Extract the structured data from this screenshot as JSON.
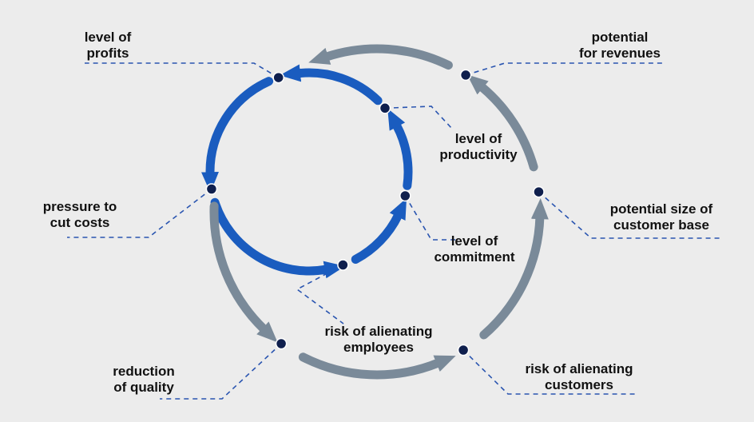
{
  "colors": {
    "background": "#ececec",
    "inner_loop": "#1a5cbf",
    "outer_loop": "#7a8a99",
    "node": "#0f1f4d",
    "leader": "#2a55b0",
    "text": "#111111"
  },
  "inner_loop": {
    "nodes": [
      {
        "id": "profits",
        "lines": [
          "level of",
          "profits"
        ]
      },
      {
        "id": "pressure",
        "lines": [
          "pressure to",
          "cut costs"
        ]
      },
      {
        "id": "employees",
        "lines": [
          "risk of alienating",
          "employees"
        ]
      },
      {
        "id": "commitment",
        "lines": [
          "level of",
          "commitment"
        ]
      },
      {
        "id": "productivity",
        "lines": [
          "level of",
          "productivity"
        ]
      }
    ]
  },
  "outer_loop": {
    "nodes": [
      {
        "id": "revenues",
        "lines": [
          "potential",
          "for revenues"
        ]
      },
      {
        "id": "quality",
        "lines": [
          "reduction",
          "of quality"
        ]
      },
      {
        "id": "customers",
        "lines": [
          "risk of alienating",
          "customers"
        ]
      },
      {
        "id": "base",
        "lines": [
          "potential size of",
          "customer base"
        ]
      }
    ]
  }
}
